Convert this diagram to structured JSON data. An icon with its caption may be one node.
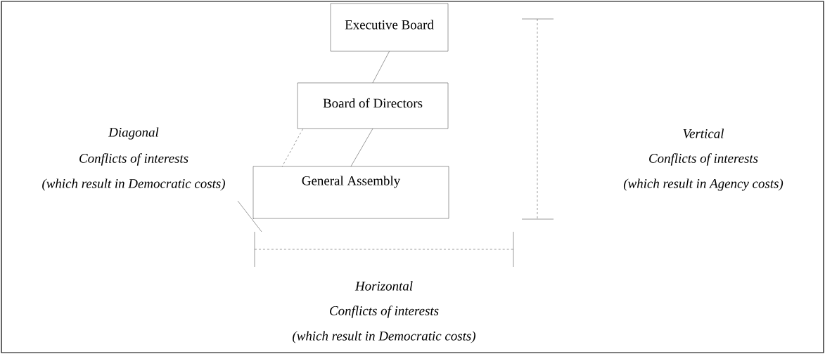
{
  "diagram": {
    "nodes": [
      {
        "text": [
          "Executive Board"
        ]
      },
      {
        "text": [
          "Board of Directors"
        ]
      },
      {
        "text": [
          "General Assembly"
        ]
      }
    ],
    "edges": [
      {
        "from": 0,
        "to": 1,
        "arrow": "none"
      },
      {
        "from": 1,
        "to": 2,
        "arrow": "none"
      }
    ],
    "labels": [
      "Diagonal",
      "Conflicts of interests",
      "(which result in Democratic costs)",
      "Vertical",
      "Conflicts of interests",
      "(which result in Agency costs)",
      "Horizontal",
      "Conflicts of interests",
      "(which result in Democratic costs)"
    ]
  }
}
